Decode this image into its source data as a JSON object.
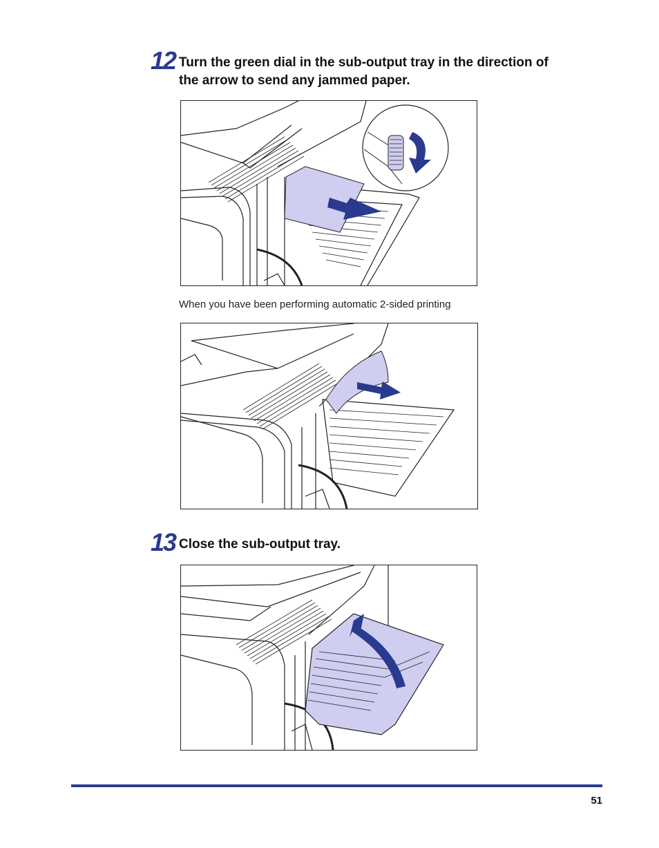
{
  "step12": {
    "number": "12",
    "text_line1": "Turn the green dial in the sub-output tray in the direction of",
    "text_line2": "the arrow to send any jammed paper."
  },
  "caption_duplex": "When you have been performing automatic 2-sided printing",
  "step13": {
    "number": "13",
    "text": "Close the sub-output tray."
  },
  "page_number": "51",
  "colors": {
    "accent": "#2a3a8f",
    "highlight": "#cfcdf0"
  },
  "icons": {
    "dial_arrow": "curved-arrow-icon",
    "paper_arrow": "arrow-right-icon",
    "close_arrow": "curved-arrow-up-icon"
  }
}
